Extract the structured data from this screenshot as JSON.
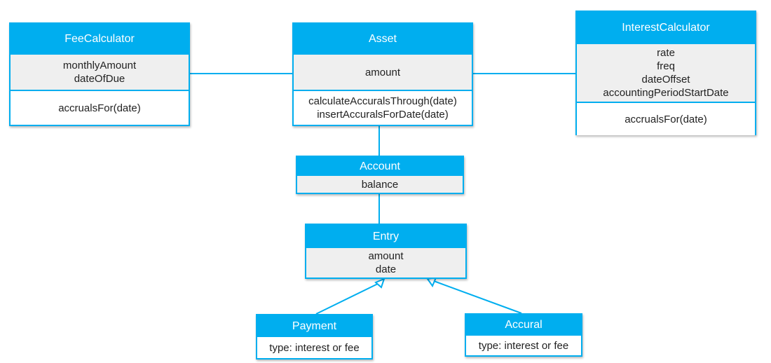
{
  "colors": {
    "accent": "#00aeef",
    "attributes_bg": "#efefef",
    "text": "#222222"
  },
  "classes": {
    "fee_calculator": {
      "name": "FeeCalculator",
      "attributes": [
        "monthlyAmount",
        "dateOfDue"
      ],
      "operations": [
        "accrualsFor(date)"
      ]
    },
    "asset": {
      "name": "Asset",
      "attributes": [
        "amount"
      ],
      "operations": [
        "calculateAccuralsThrough(date)",
        "insertAccuralsForDate(date)"
      ]
    },
    "interest_calculator": {
      "name": "InterestCalculator",
      "attributes": [
        "rate",
        "freq",
        "dateOffset",
        "accountingPeriodStartDate"
      ],
      "operations": [
        "accrualsFor(date)"
      ]
    },
    "account": {
      "name": "Account",
      "attributes": [
        "balance"
      ]
    },
    "entry": {
      "name": "Entry",
      "attributes": [
        "amount",
        "date"
      ]
    },
    "payment": {
      "name": "Payment",
      "attributes": [
        "type: interest or fee"
      ]
    },
    "accural": {
      "name": "Accural",
      "attributes": [
        "type: interest or fee"
      ]
    }
  },
  "relationships": [
    {
      "from": "FeeCalculator",
      "to": "Asset",
      "kind": "association"
    },
    {
      "from": "InterestCalculator",
      "to": "Asset",
      "kind": "association"
    },
    {
      "from": "Asset",
      "to": "Account",
      "kind": "association"
    },
    {
      "from": "Account",
      "to": "Entry",
      "kind": "association"
    },
    {
      "from": "Payment",
      "to": "Entry",
      "kind": "generalization"
    },
    {
      "from": "Accural",
      "to": "Entry",
      "kind": "generalization"
    }
  ]
}
